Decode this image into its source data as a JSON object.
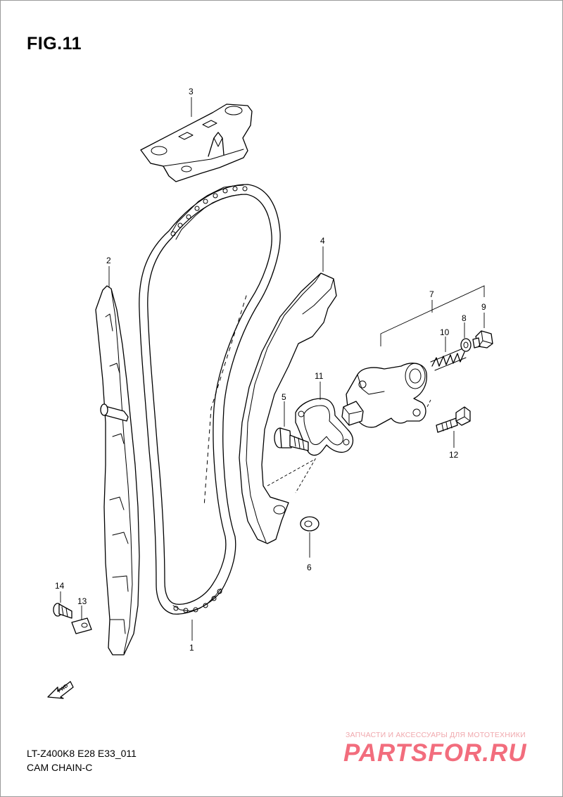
{
  "figure": {
    "title": "FIG.11"
  },
  "footer": {
    "model_code": "LT-Z400K8 E28 E33_011",
    "caption": "CAM CHAIN-C"
  },
  "fwd_icon": {
    "label": "FWD",
    "icon": "fwd-arrow-icon"
  },
  "watermark": {
    "subtitle": "ЗАПЧАСТИ И АКСЕССУАРЫ ДЛЯ МОТОТЕХНИКИ",
    "brand": "PARTSFOR.RU",
    "color": "#f26d7d"
  },
  "parts": [
    {
      "ref": "1",
      "name": "cam-chain"
    },
    {
      "ref": "2",
      "name": "chain-guide-rear"
    },
    {
      "ref": "3",
      "name": "chain-guide-top"
    },
    {
      "ref": "4",
      "name": "chain-tensioner-guide"
    },
    {
      "ref": "5",
      "name": "guide-bolt"
    },
    {
      "ref": "6",
      "name": "washer"
    },
    {
      "ref": "7",
      "name": "tensioner-adjuster-assy"
    },
    {
      "ref": "8",
      "name": "gasket-washer"
    },
    {
      "ref": "9",
      "name": "plug-bolt"
    },
    {
      "ref": "10",
      "name": "spring"
    },
    {
      "ref": "11",
      "name": "adjuster-gasket"
    },
    {
      "ref": "12",
      "name": "mounting-bolt"
    },
    {
      "ref": "13",
      "name": "guide-stopper"
    },
    {
      "ref": "14",
      "name": "stopper-screw"
    }
  ]
}
